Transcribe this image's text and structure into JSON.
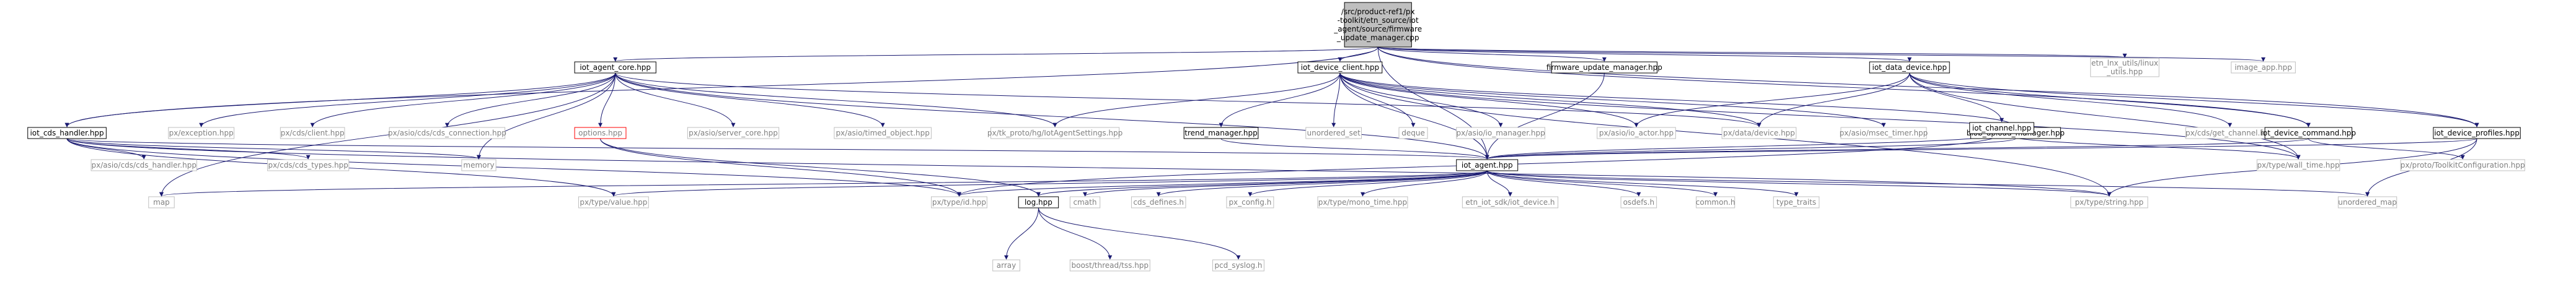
{
  "colors": {
    "text": "#000000",
    "edge": "#191970",
    "node_border": "#000000",
    "faded_text": "#808080",
    "faded_border": "#bfbfbf",
    "red_border": "#ff0000",
    "root_fill": "#bfbfbf",
    "background": "#ffffff"
  },
  "nodes": [
    {
      "id": "root",
      "lines": [
        "/src/product-ref1/px",
        "-toolkit/etn_source/iot",
        "_agent/source/firmware",
        "_update_manager.cpp"
      ],
      "style": "root"
    },
    {
      "id": "iot_agent_core",
      "lines": [
        "iot_agent_core.hpp"
      ],
      "style": "normal"
    },
    {
      "id": "iot_device_client",
      "lines": [
        "iot_device_client.hpp"
      ],
      "style": "normal"
    },
    {
      "id": "firmware_update_manager",
      "lines": [
        "firmware_update_manager.hpp"
      ],
      "style": "normal"
    },
    {
      "id": "iot_data_device",
      "lines": [
        "iot_data_device.hpp"
      ],
      "style": "normal"
    },
    {
      "id": "etn_lnx_utils",
      "lines": [
        "etn_lnx_utils/linux",
        "_utils.hpp"
      ],
      "style": "faded"
    },
    {
      "id": "image_app",
      "lines": [
        "image_app.hpp"
      ],
      "style": "faded"
    },
    {
      "id": "iot_cds_handler",
      "lines": [
        "iot_cds_handler.hpp"
      ],
      "style": "normal"
    },
    {
      "id": "px_exception",
      "lines": [
        "px/exception.hpp"
      ],
      "style": "faded"
    },
    {
      "id": "px_cds_client",
      "lines": [
        "px/cds/client.hpp"
      ],
      "style": "faded"
    },
    {
      "id": "px_asio_cds_connection",
      "lines": [
        "px/asio/cds/cds_connection.hpp"
      ],
      "style": "faded"
    },
    {
      "id": "options",
      "lines": [
        "options.hpp"
      ],
      "style": "red"
    },
    {
      "id": "px_asio_server_core",
      "lines": [
        "px/asio/server_core.hpp"
      ],
      "style": "faded"
    },
    {
      "id": "px_asio_timed_object",
      "lines": [
        "px/asio/timed_object.hpp"
      ],
      "style": "faded"
    },
    {
      "id": "px_tk_proto",
      "lines": [
        "px/tk_proto/hg/IotAgentSettings.hpp"
      ],
      "style": "faded"
    },
    {
      "id": "trend_manager",
      "lines": [
        "trend_manager.hpp"
      ],
      "style": "normal"
    },
    {
      "id": "unordered_set",
      "lines": [
        "unordered_set"
      ],
      "style": "faded"
    },
    {
      "id": "deque",
      "lines": [
        "deque"
      ],
      "style": "faded"
    },
    {
      "id": "px_asio_io_manager",
      "lines": [
        "px/asio/io_manager.hpp"
      ],
      "style": "faded"
    },
    {
      "id": "px_asio_io_actor",
      "lines": [
        "px/asio/io_actor.hpp"
      ],
      "style": "faded"
    },
    {
      "id": "px_data_device",
      "lines": [
        "px/data/device.hpp"
      ],
      "style": "faded"
    },
    {
      "id": "px_asio_msec_timer",
      "lines": [
        "px/asio/msec_timer.hpp"
      ],
      "style": "faded"
    },
    {
      "id": "blob_upload_manager",
      "lines": [
        "blob_upload_manager.hpp"
      ],
      "style": "normal"
    },
    {
      "id": "iot_channel",
      "lines": [
        "iot_channel.hpp"
      ],
      "style": "normal"
    },
    {
      "id": "px_cds_get_channel",
      "lines": [
        "px/cds/get_channel.hpp"
      ],
      "style": "faded"
    },
    {
      "id": "iot_device_command",
      "lines": [
        "iot_device_command.hpp"
      ],
      "style": "normal"
    },
    {
      "id": "iot_device_profiles",
      "lines": [
        "iot_device_profiles.hpp"
      ],
      "style": "normal"
    },
    {
      "id": "px_asio_cds_handler",
      "lines": [
        "px/asio/cds/cds_handler.hpp"
      ],
      "style": "faded"
    },
    {
      "id": "px_cds_types",
      "lines": [
        "px/cds/cds_types.hpp"
      ],
      "style": "faded"
    },
    {
      "id": "memory",
      "lines": [
        "memory"
      ],
      "style": "faded"
    },
    {
      "id": "iot_agent",
      "lines": [
        "iot_agent.hpp"
      ],
      "style": "normal"
    },
    {
      "id": "px_type_wall_time",
      "lines": [
        "px/type/wall_time.hpp"
      ],
      "style": "faded"
    },
    {
      "id": "px_proto_toolkit",
      "lines": [
        "px/proto/ToolkitConfiguration.hpp"
      ],
      "style": "faded"
    },
    {
      "id": "map",
      "lines": [
        "map"
      ],
      "style": "faded"
    },
    {
      "id": "px_type_value",
      "lines": [
        "px/type/value.hpp"
      ],
      "style": "faded"
    },
    {
      "id": "px_type_id",
      "lines": [
        "px/type/id.hpp"
      ],
      "style": "faded"
    },
    {
      "id": "log",
      "lines": [
        "log.hpp"
      ],
      "style": "normal"
    },
    {
      "id": "cmath",
      "lines": [
        "cmath"
      ],
      "style": "faded"
    },
    {
      "id": "cds_defines",
      "lines": [
        "cds_defines.h"
      ],
      "style": "faded"
    },
    {
      "id": "px_config",
      "lines": [
        "px_config.h"
      ],
      "style": "faded"
    },
    {
      "id": "px_type_mono_time",
      "lines": [
        "px/type/mono_time.hpp"
      ],
      "style": "faded"
    },
    {
      "id": "etn_iot_sdk",
      "lines": [
        "etn_iot_sdk/iot_device.h"
      ],
      "style": "faded"
    },
    {
      "id": "osdefs",
      "lines": [
        "osdefs.h"
      ],
      "style": "faded"
    },
    {
      "id": "common",
      "lines": [
        "common.h"
      ],
      "style": "faded"
    },
    {
      "id": "type_traits",
      "lines": [
        "type_traits"
      ],
      "style": "faded"
    },
    {
      "id": "px_type_string",
      "lines": [
        "px/type/string.hpp"
      ],
      "style": "faded"
    },
    {
      "id": "unordered_map",
      "lines": [
        "unordered_map"
      ],
      "style": "faded"
    },
    {
      "id": "array",
      "lines": [
        "array"
      ],
      "style": "faded"
    },
    {
      "id": "boost_tss",
      "lines": [
        "boost/thread/tss.hpp"
      ],
      "style": "faded"
    },
    {
      "id": "pcd_syslog",
      "lines": [
        "pcd_syslog.h"
      ],
      "style": "faded"
    }
  ],
  "edges": [
    [
      "root",
      "iot_agent_core"
    ],
    [
      "root",
      "iot_device_client"
    ],
    [
      "root",
      "firmware_update_manager"
    ],
    [
      "root",
      "iot_data_device"
    ],
    [
      "root",
      "etn_lnx_utils"
    ],
    [
      "root",
      "image_app"
    ],
    [
      "root",
      "iot_cds_handler"
    ],
    [
      "root",
      "iot_agent"
    ],
    [
      "root",
      "iot_device_command"
    ],
    [
      "root",
      "iot_device_profiles"
    ],
    [
      "iot_agent_core",
      "iot_cds_handler"
    ],
    [
      "iot_agent_core",
      "px_exception"
    ],
    [
      "iot_agent_core",
      "px_cds_client"
    ],
    [
      "iot_agent_core",
      "px_asio_cds_connection"
    ],
    [
      "iot_agent_core",
      "options"
    ],
    [
      "iot_agent_core",
      "px_asio_server_core"
    ],
    [
      "iot_agent_core",
      "px_asio_timed_object"
    ],
    [
      "iot_agent_core",
      "px_tk_proto"
    ],
    [
      "iot_agent_core",
      "memory"
    ],
    [
      "iot_agent_core",
      "map"
    ],
    [
      "iot_agent_core",
      "iot_agent"
    ],
    [
      "iot_agent_core",
      "px_data_device"
    ],
    [
      "iot_device_client",
      "px_tk_proto"
    ],
    [
      "iot_device_client",
      "trend_manager"
    ],
    [
      "iot_device_client",
      "unordered_set"
    ],
    [
      "iot_device_client",
      "deque"
    ],
    [
      "iot_device_client",
      "px_asio_io_manager"
    ],
    [
      "iot_device_client",
      "px_asio_io_actor"
    ],
    [
      "iot_device_client",
      "px_data_device"
    ],
    [
      "iot_device_client",
      "px_asio_msec_timer"
    ],
    [
      "iot_device_client",
      "blob_upload_manager"
    ],
    [
      "iot_device_client",
      "iot_agent"
    ],
    [
      "iot_device_client",
      "px_type_wall_time"
    ],
    [
      "iot_device_client",
      "px_type_string"
    ],
    [
      "firmware_update_manager",
      "iot_agent"
    ],
    [
      "iot_data_device",
      "px_data_device"
    ],
    [
      "iot_data_device",
      "iot_channel"
    ],
    [
      "iot_data_device",
      "px_cds_get_channel"
    ],
    [
      "iot_data_device",
      "iot_device_command"
    ],
    [
      "iot_data_device",
      "iot_device_profiles"
    ],
    [
      "iot_data_device",
      "px_type_wall_time"
    ],
    [
      "iot_data_device",
      "px_asio_io_actor"
    ],
    [
      "iot_cds_handler",
      "px_asio_cds_handler"
    ],
    [
      "iot_cds_handler",
      "px_cds_types"
    ],
    [
      "iot_cds_handler",
      "memory"
    ],
    [
      "iot_cds_handler",
      "iot_agent"
    ],
    [
      "iot_cds_handler",
      "px_type_value"
    ],
    [
      "iot_cds_handler",
      "px_type_id"
    ],
    [
      "iot_cds_handler",
      "px_type_string"
    ],
    [
      "options",
      "px_type_id"
    ],
    [
      "options",
      "log"
    ],
    [
      "trend_manager",
      "iot_agent"
    ],
    [
      "blob_upload_manager",
      "iot_agent"
    ],
    [
      "iot_channel",
      "iot_agent"
    ],
    [
      "iot_channel",
      "px_type_wall_time"
    ],
    [
      "iot_channel",
      "px_type_id"
    ],
    [
      "iot_device_command",
      "iot_agent"
    ],
    [
      "iot_device_command",
      "px_proto_toolkit"
    ],
    [
      "iot_device_profiles",
      "iot_agent"
    ],
    [
      "iot_device_profiles",
      "px_type_string"
    ],
    [
      "iot_device_profiles",
      "unordered_map"
    ],
    [
      "iot_agent",
      "map"
    ],
    [
      "iot_agent",
      "px_type_value"
    ],
    [
      "iot_agent",
      "px_type_id"
    ],
    [
      "iot_agent",
      "log"
    ],
    [
      "iot_agent",
      "cmath"
    ],
    [
      "iot_agent",
      "cds_defines"
    ],
    [
      "iot_agent",
      "px_config"
    ],
    [
      "iot_agent",
      "px_type_mono_time"
    ],
    [
      "iot_agent",
      "etn_iot_sdk"
    ],
    [
      "iot_agent",
      "osdefs"
    ],
    [
      "iot_agent",
      "common"
    ],
    [
      "iot_agent",
      "type_traits"
    ],
    [
      "iot_agent",
      "px_type_string"
    ],
    [
      "iot_agent",
      "unordered_map"
    ],
    [
      "log",
      "array"
    ],
    [
      "log",
      "boost_tss"
    ],
    [
      "log",
      "pcd_syslog"
    ]
  ]
}
